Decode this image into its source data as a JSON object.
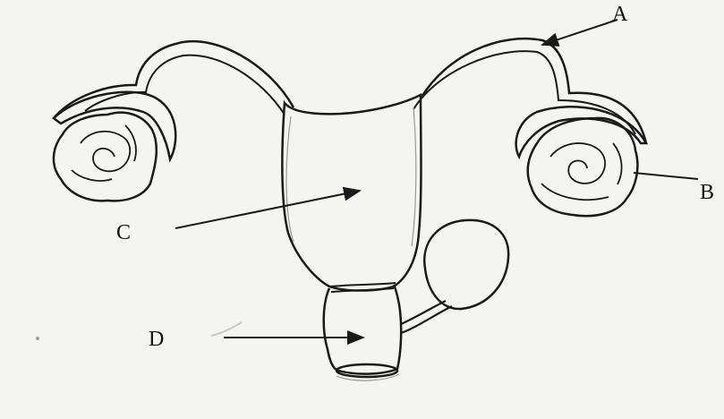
{
  "diagram": {
    "labels": {
      "a": "A",
      "b": "B",
      "c": "C",
      "d": "D"
    },
    "colors": {
      "ink": "#1a1a1a",
      "paper": "#f4f4f2",
      "shade": "#9a9a9a"
    }
  }
}
